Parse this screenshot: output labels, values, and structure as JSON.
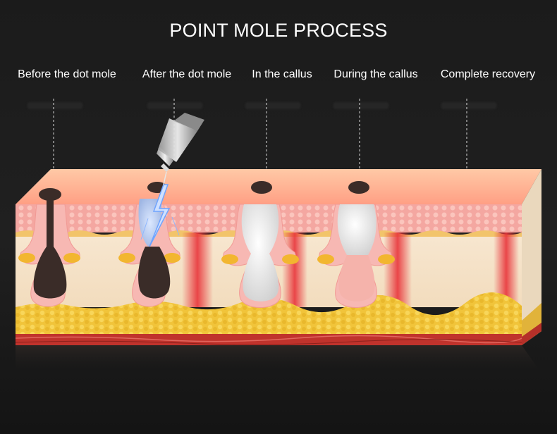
{
  "title": "POINT MOLE PROCESS",
  "stages": [
    {
      "label": "Before the dot mole"
    },
    {
      "label": "After the dot mole"
    },
    {
      "label": "In the callus"
    },
    {
      "label": "During the callus"
    },
    {
      "label": "Complete recovery"
    }
  ],
  "colors": {
    "background": "#1b1b1b",
    "skin_surface": "#ffb79a",
    "epidermis": "#f7a9a4",
    "dermis": "#f4e3cb",
    "fat": "#f0c43c",
    "muscle": "#c0332c",
    "mole": "#3a2c28",
    "scab": "#ececec",
    "new_skin": "#f5b3ab",
    "inflammation": "#e8343a",
    "gland": "#f2b630",
    "spark": "#6fa4ff"
  },
  "icons": [
    "laser-pen-icon",
    "lightning-icon"
  ]
}
